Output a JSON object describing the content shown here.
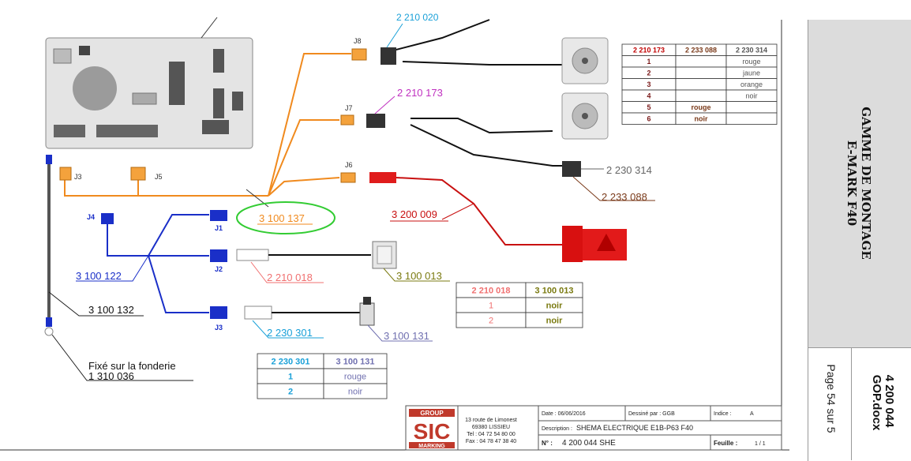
{
  "sidebar": {
    "title_line1": "GAMME DE MONTAGE",
    "title_line2": "E-MARK F40",
    "page_text": "Page 54 sur 5",
    "doc_line1": "4 200 044",
    "doc_line2": "GOP.docx"
  },
  "connectors": {
    "j8": "J8",
    "j7": "J7",
    "j6": "J6",
    "j3": "J3",
    "j5": "J5",
    "j4": "J4",
    "j1": "J1",
    "j2": "J2",
    "j3b": "J3"
  },
  "labels": {
    "top_cut": "2 210 020",
    "p2210173": "2 210 173",
    "p2230314": "2 230 314",
    "p2233088": "2 233 088",
    "p3100137": "3 100 137",
    "p3200009": "3 200 009",
    "p3100122": "3 100 122",
    "p2210018": "2 210 018",
    "p3100013": "3 100 013",
    "p3100132": "3 100 132",
    "p2230301": "2 230 301",
    "p3100131": "3 100 131",
    "fix_line1": "Fixé sur la fonderie",
    "fix_line2": "1 310 036"
  },
  "table_motor": {
    "headers": [
      "2 210 173",
      "2 233 088",
      "2 230 314"
    ],
    "rows": [
      [
        "1",
        "",
        "rouge"
      ],
      [
        "2",
        "",
        "jaune"
      ],
      [
        "3",
        "",
        "orange"
      ],
      [
        "4",
        "",
        "noir"
      ],
      [
        "5",
        "rouge",
        ""
      ],
      [
        "6",
        "noir",
        ""
      ]
    ]
  },
  "table_button": {
    "headers": [
      "2 210 018",
      "3 100 013"
    ],
    "rows": [
      [
        "1",
        "noir"
      ],
      [
        "2",
        "noir"
      ]
    ]
  },
  "table_limit": {
    "headers": [
      "2 230 301",
      "3 100 131"
    ],
    "rows": [
      [
        "1",
        "rouge"
      ],
      [
        "2",
        "noir"
      ]
    ]
  },
  "title_block": {
    "logo_top": "GROUP",
    "logo_main": "SIC",
    "logo_bottom": "MARKING",
    "address1": "13 route de Limonest",
    "address2": "69380 LISSIEU",
    "tel": "Tel : 04 72 54 80 00",
    "fax": "Fax : 04 78 47 38 40",
    "date": "Date : 06/06/2016",
    "drawn_by": "Dessiné par : GGB",
    "index": "Indice :",
    "index_val": "A",
    "description_label": "Description :",
    "description": "SHEMA ELECTRIQUE E1B-P63 F40",
    "num_label": "N° :",
    "num": "4 200 044 SHE",
    "sheet_label": "Feuille :",
    "sheet_val": "1 / 1"
  }
}
